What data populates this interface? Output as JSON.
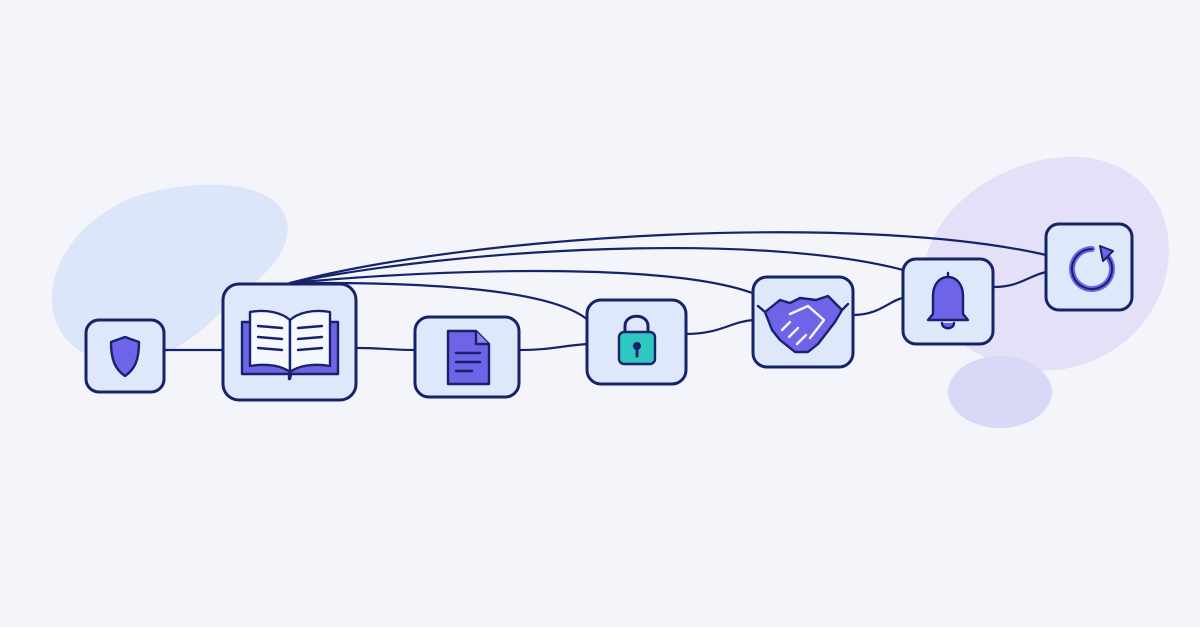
{
  "diagram": {
    "colors": {
      "background": "#f3f5fb",
      "node_fill": "#dfe8fb",
      "outline": "#16236b",
      "accent_purple": "#6f63e8",
      "accent_teal": "#2fc8c1",
      "blob_left": "#dbe6fb",
      "blob_right": "#e3e0f8"
    },
    "nodes": [
      {
        "id": "shield",
        "icon": "shield-icon"
      },
      {
        "id": "book",
        "icon": "open-book-icon"
      },
      {
        "id": "document",
        "icon": "document-icon"
      },
      {
        "id": "lock",
        "icon": "padlock-icon"
      },
      {
        "id": "handshake",
        "icon": "handshake-icon"
      },
      {
        "id": "bell",
        "icon": "bell-icon"
      },
      {
        "id": "refresh",
        "icon": "refresh-icon"
      }
    ],
    "connections": [
      {
        "from": "shield",
        "to": "book"
      },
      {
        "from": "book",
        "to": "document"
      },
      {
        "from": "document",
        "to": "lock"
      },
      {
        "from": "lock",
        "to": "handshake"
      },
      {
        "from": "handshake",
        "to": "bell"
      },
      {
        "from": "bell",
        "to": "refresh"
      },
      {
        "from": "book",
        "to": "lock"
      },
      {
        "from": "book",
        "to": "handshake"
      },
      {
        "from": "book",
        "to": "bell"
      },
      {
        "from": "book",
        "to": "refresh"
      }
    ]
  }
}
